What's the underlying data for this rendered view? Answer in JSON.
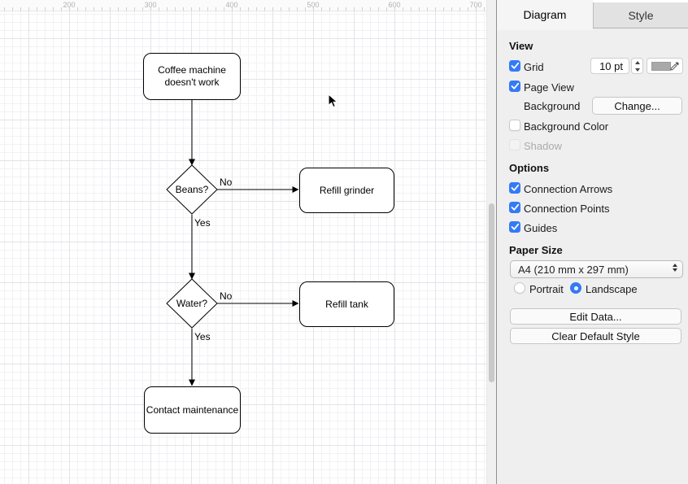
{
  "canvas": {
    "ruler_labels": [
      "200",
      "300",
      "400",
      "500",
      "600",
      "700"
    ],
    "flowchart": {
      "nodes": [
        {
          "id": "start",
          "type": "rounded-rect",
          "label": "Coffee machine doesn't work"
        },
        {
          "id": "beans",
          "type": "decision",
          "label": "Beans?"
        },
        {
          "id": "refill-grinder",
          "type": "rounded-rect",
          "label": "Refill grinder"
        },
        {
          "id": "water",
          "type": "decision",
          "label": "Water?"
        },
        {
          "id": "refill-tank",
          "type": "rounded-rect",
          "label": "Refill tank"
        },
        {
          "id": "contact-maintenance",
          "type": "rounded-rect",
          "label": "Contact maintenance"
        }
      ],
      "edges": [
        {
          "from": "start",
          "to": "beans",
          "label": ""
        },
        {
          "from": "beans",
          "to": "refill-grinder",
          "label": "No"
        },
        {
          "from": "beans",
          "to": "water",
          "label": "Yes"
        },
        {
          "from": "water",
          "to": "refill-tank",
          "label": "No"
        },
        {
          "from": "water",
          "to": "contact-maintenance",
          "label": "Yes"
        }
      ]
    }
  },
  "panel": {
    "tabs": [
      {
        "label": "Diagram",
        "active": true
      },
      {
        "label": "Style",
        "active": false
      }
    ],
    "view": {
      "heading": "View",
      "grid": {
        "label": "Grid",
        "checked": true,
        "size_value": "10 pt"
      },
      "page_view": {
        "label": "Page View",
        "checked": true
      },
      "background": {
        "label": "Background",
        "button_label": "Change..."
      },
      "background_color": {
        "label": "Background Color",
        "checked": false
      },
      "shadow": {
        "label": "Shadow",
        "checked": false,
        "disabled": true
      }
    },
    "options": {
      "heading": "Options",
      "items": [
        {
          "label": "Connection Arrows",
          "checked": true
        },
        {
          "label": "Connection Points",
          "checked": true
        },
        {
          "label": "Guides",
          "checked": true
        }
      ]
    },
    "paper_size": {
      "heading": "Paper Size",
      "selected": "A4 (210 mm x 297 mm)",
      "orientation": [
        {
          "label": "Portrait",
          "selected": false
        },
        {
          "label": "Landscape",
          "selected": true
        }
      ]
    },
    "buttons": {
      "edit_data": "Edit Data...",
      "clear_default_style": "Clear Default Style"
    },
    "colors": {
      "accent": "#337af6",
      "grid_swatch": "#a9a9a9"
    }
  }
}
